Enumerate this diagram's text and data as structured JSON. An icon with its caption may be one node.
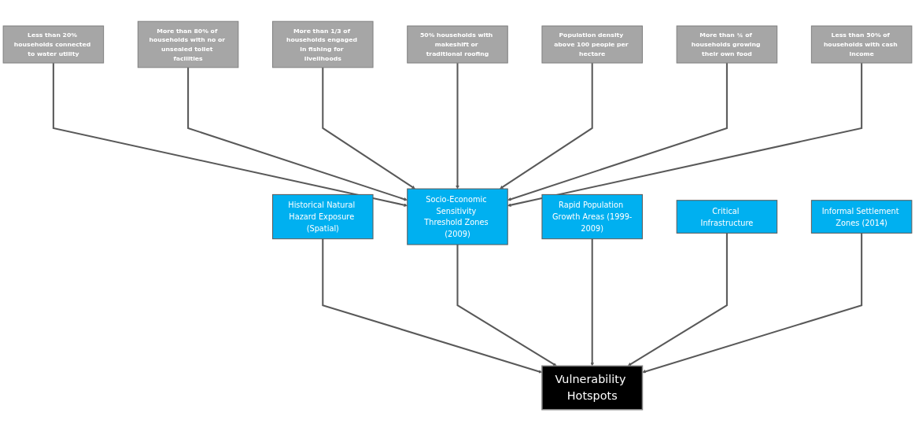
{
  "diagram": {
    "nodes": [
      {
        "text": [
          "Less than 20% households connected to water utility"
        ]
      },
      {
        "text": [
          "More than 80% of households with no or unsealed toilet facilities"
        ]
      },
      {
        "text": [
          "More than 1/3 of households engaged in fishing for livelihoods"
        ]
      },
      {
        "text": [
          "50% households with makeshift or traditional roofing"
        ]
      },
      {
        "text": [
          "Population density above 100 people per hectare"
        ]
      },
      {
        "text": [
          "More than ¾ of households growing their own food"
        ]
      },
      {
        "text": [
          "Less than 50% of households with cash income"
        ]
      },
      {
        "text": [
          "Historical Natural Hazard Exposure (Spatial)"
        ]
      },
      {
        "text": [
          "Socio-Economic Sensitivity Threshold Zones (2009)"
        ]
      },
      {
        "text": [
          "Rapid Population Growth Areas (1999-2009)"
        ]
      },
      {
        "text": [
          "Critical Infrastructure"
        ]
      },
      {
        "text": [
          "Vulnerability Hotspots"
        ]
      },
      {
        "text": [
          "Informal Settlement Zones (2014)"
        ]
      }
    ],
    "edges": [
      {
        "from": 0,
        "to": 8,
        "arrow": "to"
      },
      {
        "from": 1,
        "to": 8,
        "arrow": "to"
      },
      {
        "from": 2,
        "to": 8,
        "arrow": "to"
      },
      {
        "from": 3,
        "to": 8,
        "arrow": "to"
      },
      {
        "from": 4,
        "to": 8,
        "arrow": "to"
      },
      {
        "from": 5,
        "to": 8,
        "arrow": "to"
      },
      {
        "from": 6,
        "to": 8,
        "arrow": "to"
      },
      {
        "from": 7,
        "to": 11,
        "arrow": "to"
      },
      {
        "from": 8,
        "to": 11,
        "arrow": "to"
      },
      {
        "from": 9,
        "to": 11,
        "arrow": "to"
      },
      {
        "from": 10,
        "to": 11,
        "arrow": "to"
      },
      {
        "from": 12,
        "to": 11,
        "arrow": "to"
      }
    ]
  }
}
